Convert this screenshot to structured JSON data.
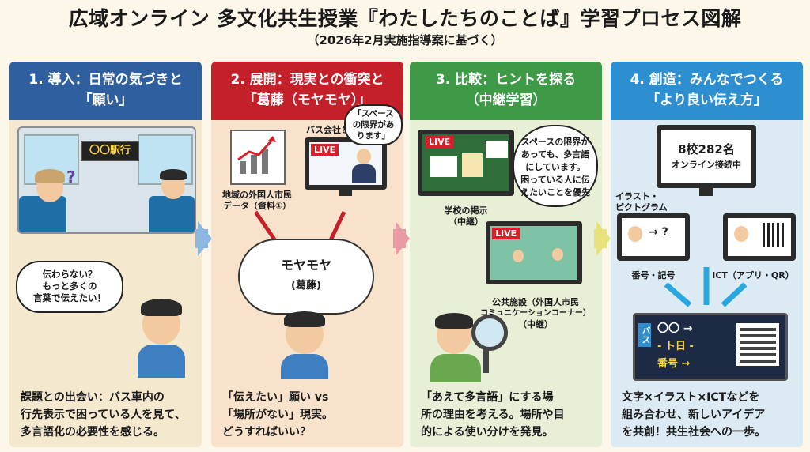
{
  "title": "広域オンライン 多文化共生授業『わたしたちのことば』学習プロセス図解",
  "subtitle": "（2026年2月実施指導案に基づく）",
  "panels": [
    {
      "head1": "1. 導入：日常の気づきと",
      "head2": "「願い」",
      "desc1": "課題との出会い：バス車内の",
      "desc2": "行先表示で困っている人を見て、",
      "desc3": "多言語化の必要性を感じる。",
      "bus_sign": "〇〇駅行",
      "bubble1": "伝わらない？",
      "bubble2": "もっと多くの",
      "bubble3": "言葉で伝えたい！"
    },
    {
      "head1": "2. 展開：現実との衝突と",
      "head2": "「葛藤（モヤモヤ）」",
      "desc1": "「伝えたい」願い vs",
      "desc2": "「場所がない」現実。",
      "desc3": "どうすればいい？",
      "doc1": "地域の外国人市民",
      "doc2": "データ（資料①）",
      "bus_label": "バス会社と中継",
      "bubble1": "「スペース",
      "bubble2": "の限界があ",
      "bubble3": "ります」",
      "cloud1": "モヤモヤ",
      "cloud2": "(葛藤)",
      "live": "LIVE"
    },
    {
      "head1": "3. 比較：ヒントを探る",
      "head2": "（中継学習）",
      "desc1": "「あえて多言語」にする場",
      "desc2": "所の理由を考える。場所や目",
      "desc3": "的による使い分けを発見。",
      "school1": "学校の掲示",
      "school2": "（中継）",
      "bubble1": "スペースの限界が",
      "bubble2": "あっても、多言語",
      "bubble3": "にしています。",
      "bubble4": "困っている人に伝",
      "bubble5": "えたいことを優先",
      "public1": "公共施設（外国人市民",
      "public2": "コミュニケーションコーナー）",
      "public3": "（中継）",
      "live": "LIVE"
    },
    {
      "head1": "4. 創造：みんなでつくる",
      "head2": "「より良い伝え方」",
      "desc1": "文字×イラスト×ICTなどを",
      "desc2": "組み合わせ、新しいアイデア",
      "desc3": "を共創！共生社会への一歩。",
      "center1": "8校282名",
      "center2": "オンライン接続中",
      "illust1": "イラスト・",
      "illust2": "ピクトグラム",
      "number": "番号・記号",
      "ict": "ICT（アプリ・QR）",
      "bus": "バス",
      "sign1": "〇〇 →",
      "sign2": "-  ト日  -",
      "sign3": "番号 →"
    }
  ],
  "colors": {
    "blue": "#2f5f9e",
    "red": "#c4202a",
    "green": "#3f9a48",
    "sky": "#2e8fd0"
  }
}
